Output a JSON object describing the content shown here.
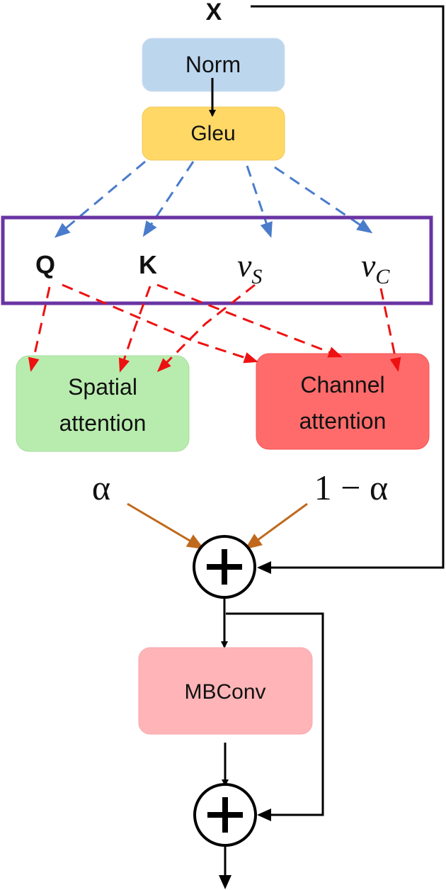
{
  "input": {
    "label": "X"
  },
  "nodes": {
    "norm": {
      "label": "Norm",
      "color": "#BCD6EE"
    },
    "gelu": {
      "label": "Gleu",
      "color": "#FFD866"
    },
    "spatial_attention": {
      "line1": "Spatial",
      "line2": "attention",
      "color": "#B8ECAE"
    },
    "channel_attention": {
      "line1": "Channel",
      "line2": "attention",
      "color": "#FF6B6B"
    },
    "mbconv": {
      "label": "MBConv",
      "color": "#FFB5B8"
    }
  },
  "qkv": {
    "q": "Q",
    "k": "K",
    "vs": {
      "base": "v",
      "sub": "S"
    },
    "vc": {
      "base": "v",
      "sub": "C"
    },
    "box_color": "#6A34A3"
  },
  "weights": {
    "alpha": "α",
    "one_minus_alpha": "1 − α"
  },
  "colors": {
    "blue_arrow": "#4A7CCB",
    "red_arrow": "#EE1111",
    "orange_arrow": "#C0691D",
    "black": "#000000"
  }
}
